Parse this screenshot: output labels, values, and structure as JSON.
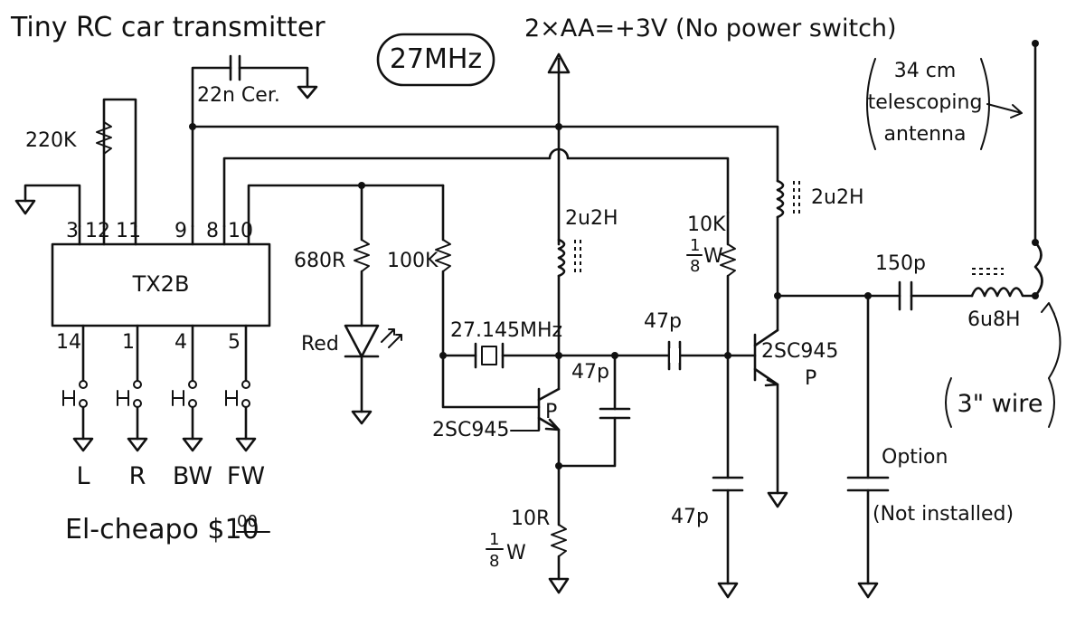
{
  "title": "Tiny RC car transmitter",
  "frequency_badge": "27MHz",
  "supply_label": "2×AA=+3V (No power switch)",
  "antenna_note": [
    "34 cm",
    "telescoping",
    "antenna"
  ],
  "wire_note": "3\" wire",
  "chip": {
    "name": "TX2B",
    "top_pins": [
      "3",
      "12",
      "11",
      "9",
      "8",
      "10"
    ],
    "bottom_pins": [
      "14",
      "1",
      "4",
      "5"
    ]
  },
  "button_labels": [
    "L",
    "R",
    "BW",
    "FW"
  ],
  "price_note": {
    "text": "El-cheapo $10",
    "cents": "00"
  },
  "components": {
    "c_ceramic": "22n Cer.",
    "r_220k": "220K",
    "r_680r": "680R",
    "led": "Red",
    "r_100k": "100K",
    "crystal": "27.145MHz",
    "l_2u2h_left": "2u2H",
    "l_2u2h_right": "2u2H",
    "r_10k": "10K",
    "r_10k_power_num": "1",
    "r_10k_power_den": "8",
    "r_10k_power_unit": "W",
    "c_47p_coupling": "47p",
    "c_47p_feedback": "47p",
    "c_47p_bias": "47p",
    "q1": "2SC945",
    "q2": "2SC945",
    "q_mark": "P",
    "r_10r": "10R",
    "r_10r_power_num": "1",
    "r_10r_power_den": "8",
    "r_10r_power_unit": "W",
    "c_150p": "150p",
    "l_6u8h": "6u8H",
    "option": "Option",
    "not_installed": "(Not installed)"
  }
}
